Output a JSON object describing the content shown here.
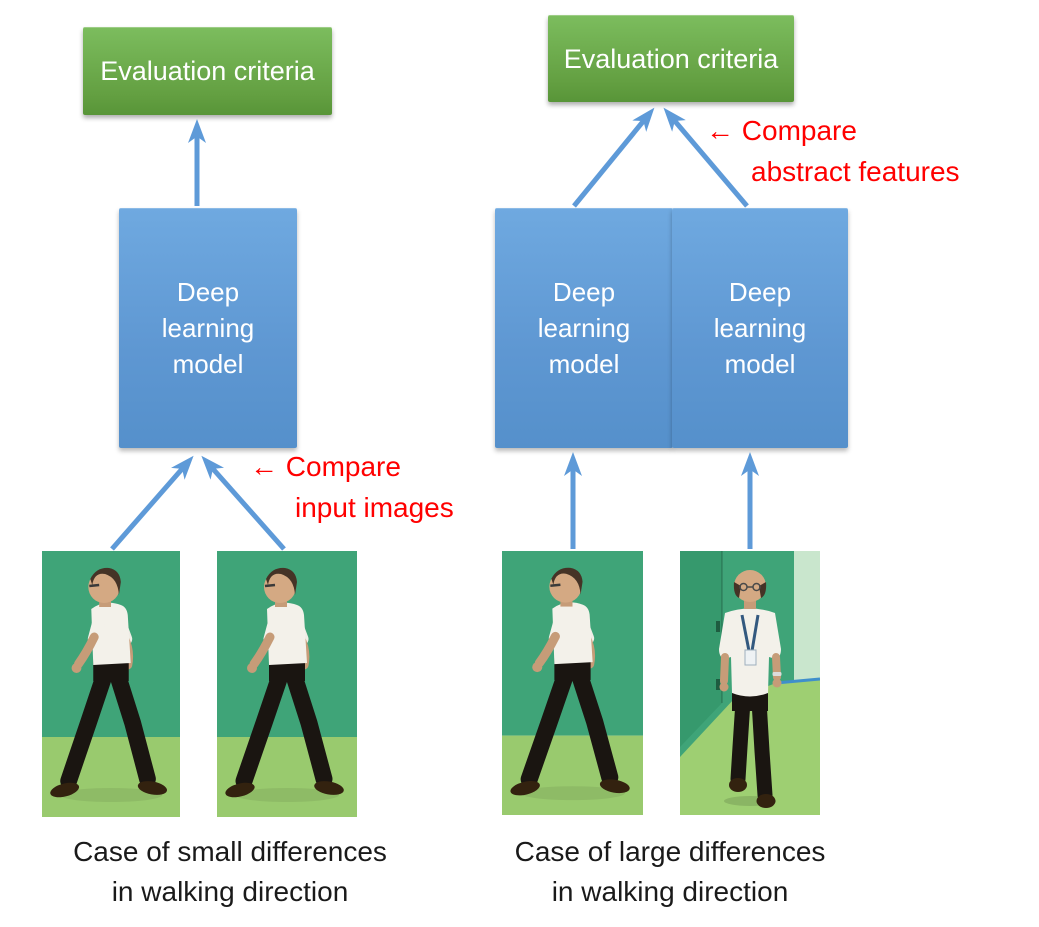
{
  "left_case": {
    "evaluation_label": "Evaluation criteria",
    "model_label": "Deep learning model",
    "annotation_line1": "← Compare",
    "annotation_line2": "input images",
    "caption_line1": "Case of small differences",
    "caption_line2": "in walking direction",
    "photo_icons": [
      "man-walking-side-photo",
      "man-walking-side-photo"
    ]
  },
  "right_case": {
    "evaluation_label": "Evaluation criteria",
    "model_label_1": "Deep learning model",
    "model_label_2": "Deep learning model",
    "annotation_line1": "← Compare",
    "annotation_line2": "abstract features",
    "caption_line1": "Case of large differences",
    "caption_line2": "in walking direction",
    "photo_icons": [
      "man-walking-side-photo",
      "man-walking-front-photo"
    ]
  },
  "colors": {
    "evaluation_box_green": "#5f9f3f",
    "model_box_blue": "#5b9bd5",
    "arrow_blue": "#5e9ad8",
    "annotation_red": "#ff0000",
    "caption_text": "#1a1a1a",
    "photo_wall_green": "#3fa478",
    "photo_floor_green": "#99ca6e"
  }
}
